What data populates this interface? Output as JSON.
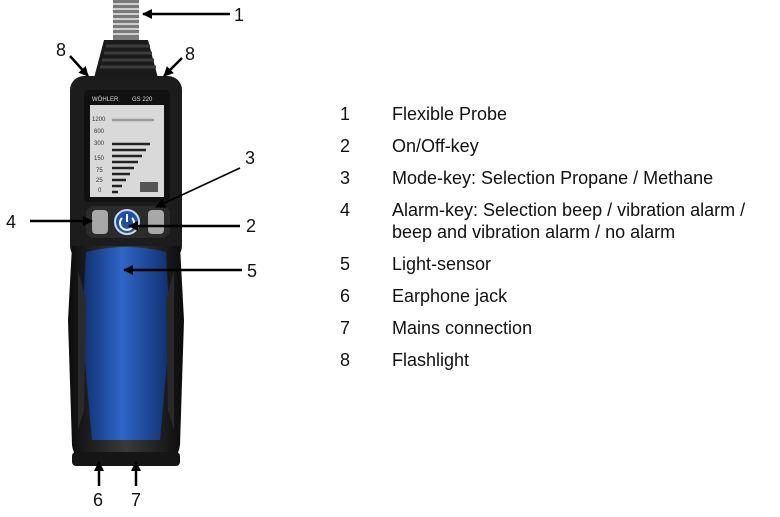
{
  "callouts": {
    "c1": "1",
    "c2": "2",
    "c3": "3",
    "c4": "4",
    "c5": "5",
    "c6": "6",
    "c7": "7",
    "c8a": "8",
    "c8b": "8"
  },
  "legend": [
    {
      "num": "1",
      "text": "Flexible Probe"
    },
    {
      "num": "2",
      "text": "On/Off-key"
    },
    {
      "num": "3",
      "text": "Mode-key: Selection Propane / Methane"
    },
    {
      "num": "4",
      "text": "Alarm-key: Selection beep / vibration alarm / beep and vibration alarm / no alarm"
    },
    {
      "num": "5",
      "text": "Light-sensor"
    },
    {
      "num": "6",
      "text": "Earphone jack"
    },
    {
      "num": "7",
      "text": "Mains connection"
    },
    {
      "num": "8",
      "text": "Flashlight"
    }
  ],
  "device": {
    "brand": "WÖHLER",
    "model": "GS 220",
    "scale": [
      "1200",
      "600",
      "300",
      "150",
      "75",
      "25",
      "0"
    ]
  },
  "colors": {
    "body_blue": "#1f4fa8",
    "body_black": "#1b1b1b",
    "screen": "#d9d9d9"
  }
}
